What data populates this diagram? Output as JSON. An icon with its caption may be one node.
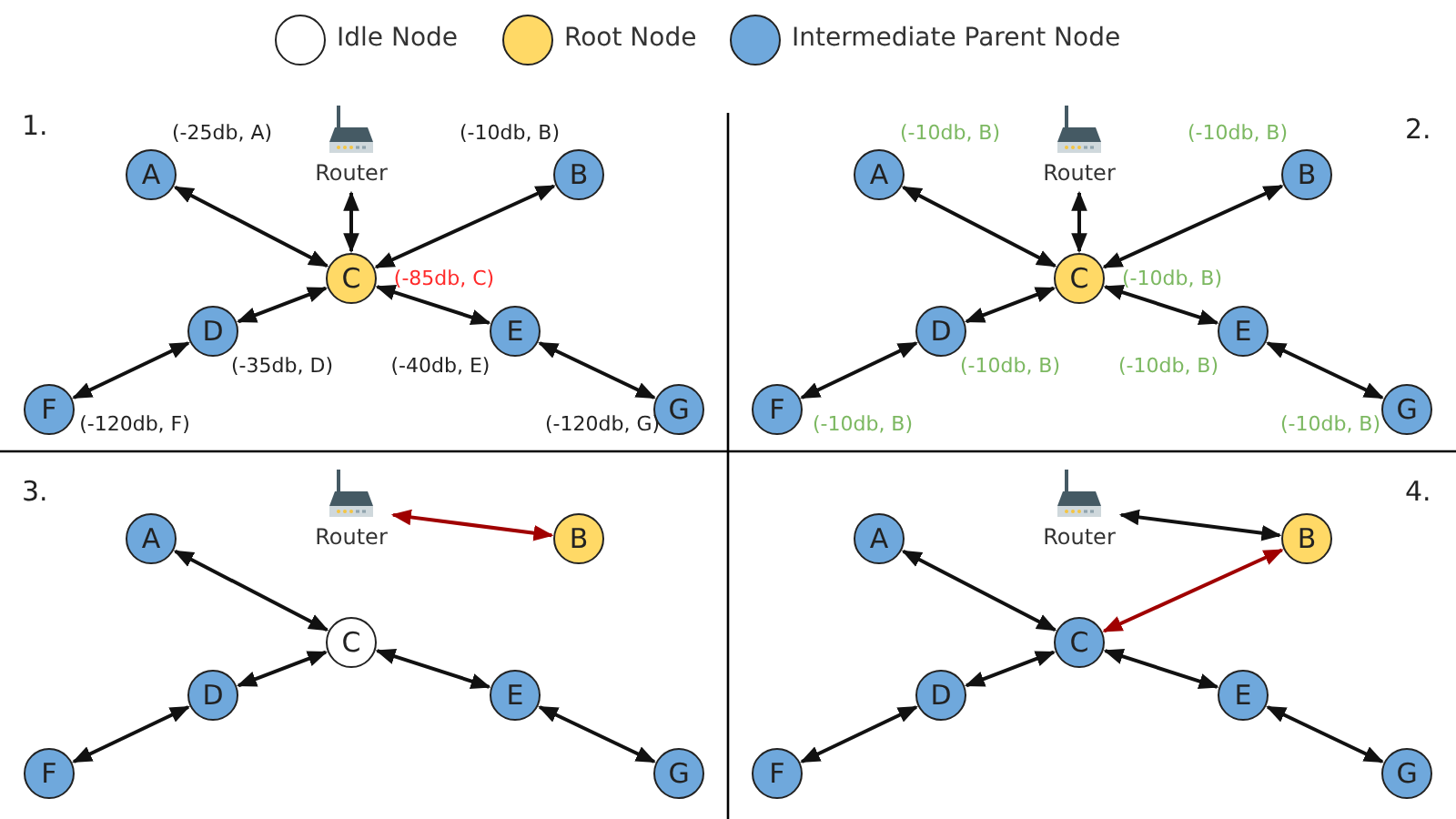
{
  "diagram": {
    "nodes": [
      {
        "text": [
          "Router"
        ]
      },
      {
        "text": [
          "A"
        ],
        "beside": [
          "(-25db, A)"
        ]
      },
      {
        "text": [
          "B"
        ],
        "beside": [
          "(-10db, B)"
        ]
      },
      {
        "text": [
          "C"
        ],
        "beside": [
          "(-85db, C)"
        ]
      },
      {
        "text": [
          "D"
        ],
        "beside": [
          "(-35db, D)"
        ]
      },
      {
        "text": [
          "E"
        ],
        "beside": [
          "(-40db, E)"
        ]
      },
      {
        "text": [
          "F"
        ],
        "beside": [
          "(-120db, F)"
        ]
      },
      {
        "text": [
          "G"
        ],
        "beside": [
          "(-120db, G)"
        ]
      },
      {
        "text": [
          "Router"
        ]
      },
      {
        "text": [
          "A"
        ],
        "beside": [
          "(-10db, B)"
        ]
      },
      {
        "text": [
          "B"
        ],
        "beside": [
          "(-10db, B)"
        ]
      },
      {
        "text": [
          "C"
        ],
        "beside": [
          "(-10db, B)"
        ]
      },
      {
        "text": [
          "D"
        ],
        "beside": [
          "(-10db, B)"
        ]
      },
      {
        "text": [
          "E"
        ],
        "beside": [
          "(-10db, B)"
        ]
      },
      {
        "text": [
          "F"
        ],
        "beside": [
          "(-10db, B)"
        ]
      },
      {
        "text": [
          "G"
        ],
        "beside": [
          "(-10db, B)"
        ]
      },
      {
        "text": [
          "Router"
        ]
      },
      {
        "text": [
          "A"
        ]
      },
      {
        "text": [
          "B"
        ]
      },
      {
        "text": [
          "C"
        ]
      },
      {
        "text": [
          "D"
        ]
      },
      {
        "text": [
          "E"
        ]
      },
      {
        "text": [
          "F"
        ]
      },
      {
        "text": [
          "G"
        ]
      },
      {
        "text": [
          "Router"
        ]
      },
      {
        "text": [
          "A"
        ]
      },
      {
        "text": [
          "B"
        ]
      },
      {
        "text": [
          "C"
        ]
      },
      {
        "text": [
          "D"
        ]
      },
      {
        "text": [
          "E"
        ]
      },
      {
        "text": [
          "F"
        ]
      },
      {
        "text": [
          "G"
        ]
      }
    ],
    "edges": [
      {
        "from": 1,
        "to": 3,
        "arrow": "both"
      },
      {
        "from": 0,
        "to": 3,
        "arrow": "both"
      },
      {
        "from": 2,
        "to": 3,
        "arrow": "both"
      },
      {
        "from": 3,
        "to": 4,
        "arrow": "both"
      },
      {
        "from": 3,
        "to": 5,
        "arrow": "both"
      },
      {
        "from": 4,
        "to": 6,
        "arrow": "both"
      },
      {
        "from": 5,
        "to": 7,
        "arrow": "both"
      },
      {
        "from": 9,
        "to": 11,
        "arrow": "both"
      },
      {
        "from": 8,
        "to": 11,
        "arrow": "both"
      },
      {
        "from": 10,
        "to": 11,
        "arrow": "both"
      },
      {
        "from": 11,
        "to": 12,
        "arrow": "both"
      },
      {
        "from": 11,
        "to": 13,
        "arrow": "both"
      },
      {
        "from": 12,
        "to": 14,
        "arrow": "both"
      },
      {
        "from": 13,
        "to": 15,
        "arrow": "both"
      },
      {
        "from": 16,
        "to": 18,
        "arrow": "both",
        "color": "#a00000"
      },
      {
        "from": 17,
        "to": 19,
        "arrow": "both"
      },
      {
        "from": 19,
        "to": 20,
        "arrow": "both"
      },
      {
        "from": 19,
        "to": 21,
        "arrow": "both"
      },
      {
        "from": 20,
        "to": 22,
        "arrow": "both"
      },
      {
        "from": 21,
        "to": 23,
        "arrow": "both"
      },
      {
        "from": 24,
        "to": 26,
        "arrow": "both"
      },
      {
        "from": 26,
        "to": 27,
        "arrow": "both",
        "color": "#a00000"
      },
      {
        "from": 25,
        "to": 27,
        "arrow": "both"
      },
      {
        "from": 27,
        "to": 28,
        "arrow": "both"
      },
      {
        "from": 27,
        "to": 29,
        "arrow": "both"
      },
      {
        "from": 28,
        "to": 30,
        "arrow": "both"
      },
      {
        "from": 29,
        "to": 31,
        "arrow": "both"
      }
    ],
    "labels": [
      "1.",
      "2.",
      "3.",
      "4."
    ],
    "legend": [
      {
        "text": "Idle Node",
        "color": "#ffffff"
      },
      {
        "text": "Root Node",
        "color": "#ffd966"
      },
      {
        "text": "Intermediate Parent Node",
        "color": "#6fa8dc"
      }
    ]
  }
}
